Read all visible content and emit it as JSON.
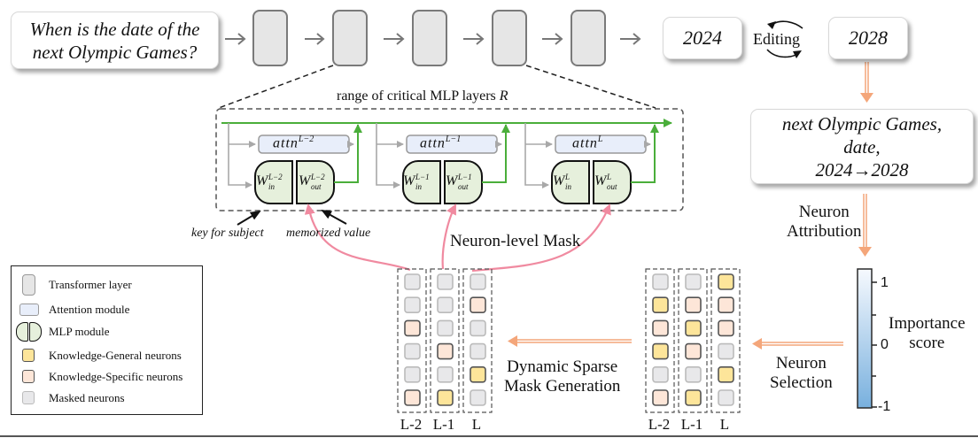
{
  "colors": {
    "transformer_fill": "#e6e6e6",
    "transformer_stroke": "#7a7a7a",
    "attn_fill": "#e8eefa",
    "mlp_fill": "#e6f0dc",
    "residual_green": "#4aae3a",
    "mask_pink": "#f08aa0",
    "flow_orange": "#f4a67a",
    "general_fill": "#fde59a",
    "specific_fill": "#fde6d8",
    "masked_fill": "#e8e8ea",
    "scale_top": "#f4f8fd",
    "scale_bottom": "#7ab2df"
  },
  "top": {
    "question": "When is the date of the next Olympic Games?",
    "question_line1": "When is the date of the",
    "question_line2": "next Olympic Games?",
    "old_value": "2024",
    "editing_label": "Editing",
    "new_value": "2028",
    "layer_count": 5
  },
  "range_box": {
    "title": "range of critical MLP layers",
    "title_var": "R",
    "blocks": [
      {
        "attn": "attn",
        "sup": "L−2",
        "w_in": "W",
        "in_sub": "in",
        "w_out": "W",
        "out_sub": "out"
      },
      {
        "attn": "attn",
        "sup": "L−1",
        "w_in": "W",
        "in_sub": "in",
        "w_out": "W",
        "out_sub": "out"
      },
      {
        "attn": "attn",
        "sup": "L",
        "w_in": "W",
        "in_sub": "in",
        "w_out": "W",
        "out_sub": "out"
      }
    ],
    "key_label": "key for subject",
    "value_label": "memorized value"
  },
  "triple": {
    "line1": "next Olympic Games,",
    "line2": "date,",
    "line3": "2024→2028"
  },
  "flow_labels": {
    "neuron_attribution_1": "Neuron",
    "neuron_attribution_2": "Attribution",
    "neuron_selection_1": "Neuron",
    "neuron_selection_2": "Selection",
    "mask_gen_1": "Dynamic Sparse",
    "mask_gen_2": "Mask Generation",
    "neuron_level_mask": "Neuron-level Mask"
  },
  "importance_scale": {
    "label_1": "Importance",
    "label_2": "score",
    "ticks": [
      "1",
      "0",
      "-1"
    ],
    "range": [
      -1,
      1
    ]
  },
  "neuron_grids": {
    "column_labels": [
      "L-2",
      "L-1",
      "L"
    ],
    "masked_grid": [
      [
        "masked",
        "masked",
        "masked"
      ],
      [
        "masked",
        "masked",
        "specific"
      ],
      [
        "specific",
        "masked",
        "masked"
      ],
      [
        "masked",
        "specific",
        "masked"
      ],
      [
        "masked",
        "masked",
        "general"
      ],
      [
        "specific",
        "general",
        "masked"
      ]
    ],
    "selection_grid": [
      [
        "masked",
        "masked",
        "general"
      ],
      [
        "general",
        "specific",
        "specific"
      ],
      [
        "specific",
        "general",
        "specific"
      ],
      [
        "general",
        "specific",
        "masked"
      ],
      [
        "masked",
        "masked",
        "general"
      ],
      [
        "specific",
        "general",
        "masked"
      ]
    ]
  },
  "legend": {
    "items": [
      {
        "icon": "transformer-layer",
        "label": "Transformer layer"
      },
      {
        "icon": "attention-module",
        "label": "Attention module"
      },
      {
        "icon": "mlp-module",
        "label": "MLP module"
      },
      {
        "icon": "general-neuron",
        "label": "Knowledge-General neurons"
      },
      {
        "icon": "specific-neuron",
        "label": "Knowledge-Specific neurons"
      },
      {
        "icon": "masked-neuron",
        "label": "Masked neurons"
      }
    ]
  }
}
